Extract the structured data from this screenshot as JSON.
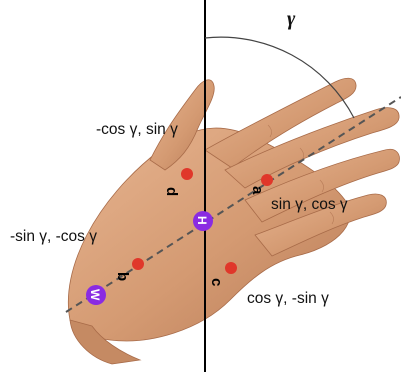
{
  "angle_label": "γ",
  "labels": {
    "upper_left": "-cos γ, sin γ",
    "right_mid": "sin γ, cos γ",
    "left_mid": "-sin γ, -cos γ",
    "lower_right": "cos γ, -sin γ"
  },
  "markers": {
    "a": "a",
    "b": "b",
    "c": "c",
    "d": "d",
    "H": "H",
    "W": "W"
  },
  "colors": {
    "skin": "#d9a27a",
    "skin_shadow": "#b97d58",
    "point_red": "#e0372a",
    "joint_purple": "#8a2be2",
    "axis_line": "#000000",
    "dashed_axis": "#555555"
  }
}
